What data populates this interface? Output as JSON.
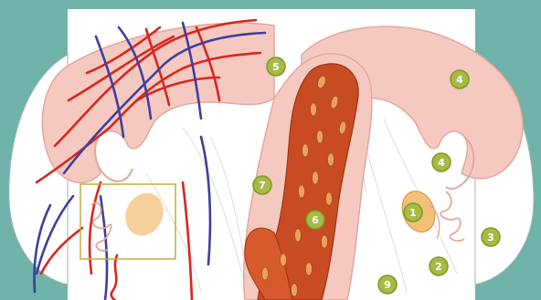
{
  "colors": {
    "background": "#6fb3ab",
    "page": "#ffffff",
    "tissue": "#f6c9c0",
    "tissue_edge": "#e2a79c",
    "endometrium": "#c84b22",
    "endometrium_light": "#e07a44",
    "artery": "#d8261e",
    "vein": "#3d3f9e",
    "ovary": "#f3c07a",
    "highlight_box": "#bfae3c",
    "marker_fill": "#a6bb45",
    "marker_stroke": "#7c9a22"
  },
  "markers": [
    {
      "id": "5",
      "label": "5"
    },
    {
      "id": "4a",
      "label": "4"
    },
    {
      "id": "4b",
      "label": "4"
    },
    {
      "id": "7",
      "label": "7"
    },
    {
      "id": "6",
      "label": "6"
    },
    {
      "id": "1",
      "label": "1"
    },
    {
      "id": "3",
      "label": "3"
    },
    {
      "id": "2",
      "label": "2"
    },
    {
      "id": "9",
      "label": "9"
    }
  ]
}
